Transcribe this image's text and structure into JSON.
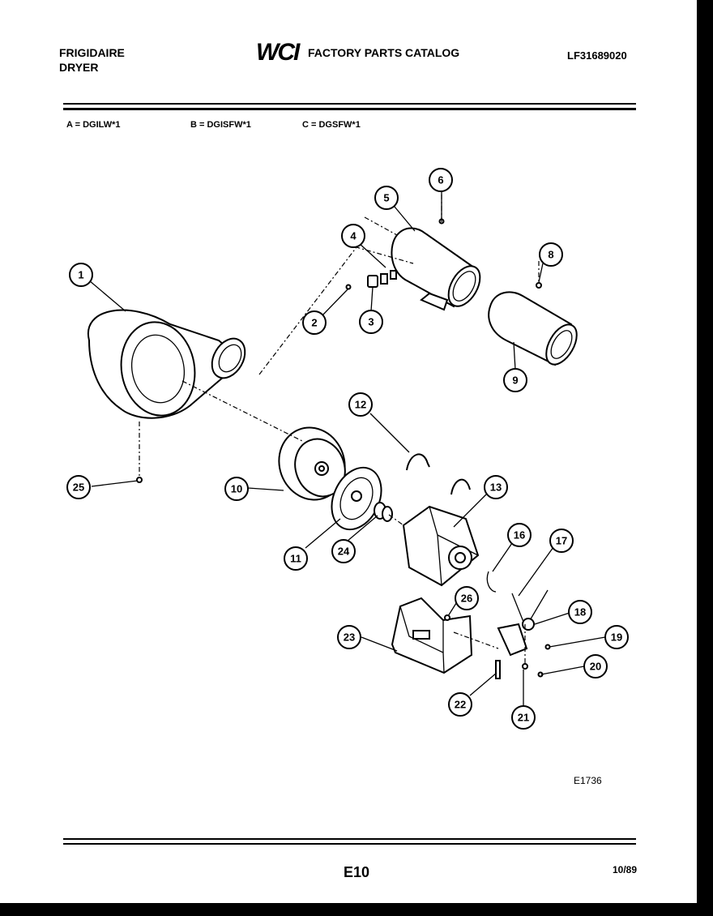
{
  "header": {
    "brand_line1": "FRIGIDAIRE",
    "brand_line2": "DRYER",
    "logo_text": "WCI",
    "catalog_title": "FACTORY PARTS CATALOG",
    "part_number": "LF31689020"
  },
  "models": {
    "a": "A = DGILW*1",
    "b": "B = DGISFW*1",
    "c": "C = DGSFW*1"
  },
  "callouts": {
    "c1": "1",
    "c2": "2",
    "c3": "3",
    "c4": "4",
    "c5": "5",
    "c6": "6",
    "c8": "8",
    "c9": "9",
    "c10": "10",
    "c11": "11",
    "c12": "12",
    "c13": "13",
    "c16": "16",
    "c17": "17",
    "c18": "18",
    "c19": "19",
    "c20": "20",
    "c21": "21",
    "c22": "22",
    "c23": "23",
    "c24": "24",
    "c25": "25",
    "c26": "26"
  },
  "footer": {
    "figure_code": "E1736",
    "page_code": "E10",
    "date": "10/89"
  }
}
